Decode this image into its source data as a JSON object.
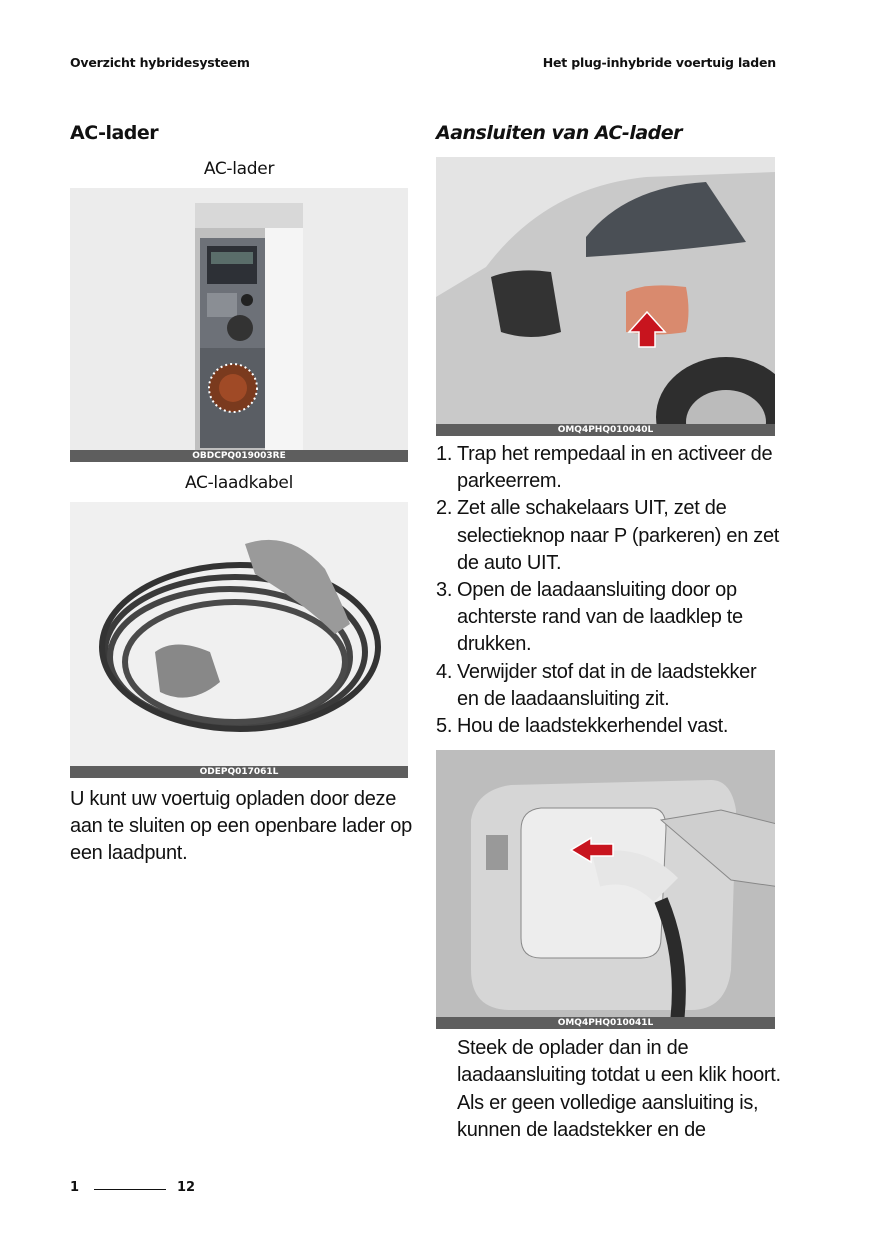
{
  "header": {
    "left": "Overzicht hybridesysteem",
    "right": "Het plug-inhybride voertuig laden"
  },
  "left": {
    "heading": "AC-lader",
    "figure1": {
      "caption": "AC-lader",
      "code": "OBDCPQ019003RE"
    },
    "figure2": {
      "caption": "AC-laadkabel",
      "code": "ODEPQ017061L"
    },
    "paragraph": "U kunt uw voertuig opladen door deze aan te sluiten op een openbare lader op een laadpunt."
  },
  "right": {
    "heading": "Aansluiten van AC-lader",
    "figure1": {
      "code": "OMQ4PHQ010040L"
    },
    "steps": [
      {
        "n": "1.",
        "text": "Trap het rempedaal in en activeer de parkeerrem."
      },
      {
        "n": "2.",
        "text": "Zet alle schakelaars UIT, zet de selectieknop naar P (parkeren) en zet de auto UIT."
      },
      {
        "n": "3.",
        "text": "Open de laadaansluiting door op achterste rand van de laadklep te drukken."
      },
      {
        "n": "4.",
        "text": "Verwijder stof dat in de laadstekker en de laadaansluiting zit."
      },
      {
        "n": "5.",
        "text": "Hou de laadstekkerhendel vast."
      }
    ],
    "figure2": {
      "code": "OMQ4PHQ010041L"
    },
    "paragraph": "Steek de oplader dan in de laadaansluiting totdat u een klik hoort. Als er geen volledige aansluiting is, kunnen de laadstekker en de"
  },
  "footer": {
    "section": "1",
    "page": "12"
  },
  "colors": {
    "arrow": "#c8141e",
    "caption_bar": "#5e5e5e"
  }
}
